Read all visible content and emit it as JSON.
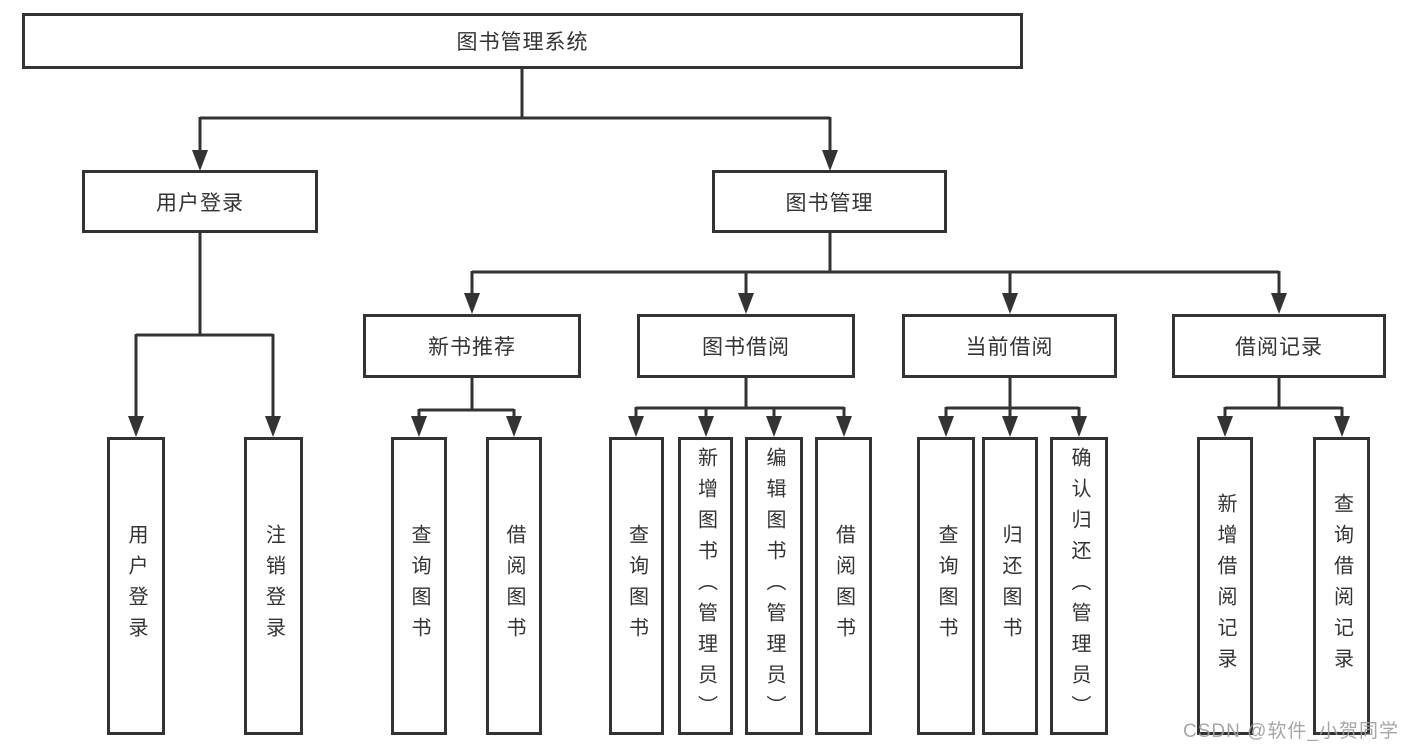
{
  "diagram_title": "图书管理系统",
  "tree": {
    "label": "图书管理系统",
    "children": [
      {
        "label": "用户登录",
        "children": [
          {
            "label": "用户登录"
          },
          {
            "label": "注销登录"
          }
        ]
      },
      {
        "label": "图书管理",
        "children": [
          {
            "label": "新书推荐",
            "children": [
              {
                "label": "查询图书"
              },
              {
                "label": "借阅图书"
              }
            ]
          },
          {
            "label": "图书借阅",
            "children": [
              {
                "label": "查询图书"
              },
              {
                "label": "新增图书（管理员）"
              },
              {
                "label": "编辑图书（管理员）"
              },
              {
                "label": "借阅图书"
              }
            ]
          },
          {
            "label": "当前借阅",
            "children": [
              {
                "label": "查询图书"
              },
              {
                "label": "归还图书"
              },
              {
                "label": "确认归还（管理员）"
              }
            ]
          },
          {
            "label": "借阅记录",
            "children": [
              {
                "label": "新增借阅记录"
              },
              {
                "label": "查询借阅记录"
              }
            ]
          }
        ]
      }
    ]
  },
  "watermark": "CSDN @软件_小贺同学",
  "colors": {
    "line": "#333333",
    "box_border": "#333333",
    "box_background": "#ffffff",
    "text": "#333333",
    "watermark": "#9e9e9e",
    "page_background": "#ffffff"
  }
}
